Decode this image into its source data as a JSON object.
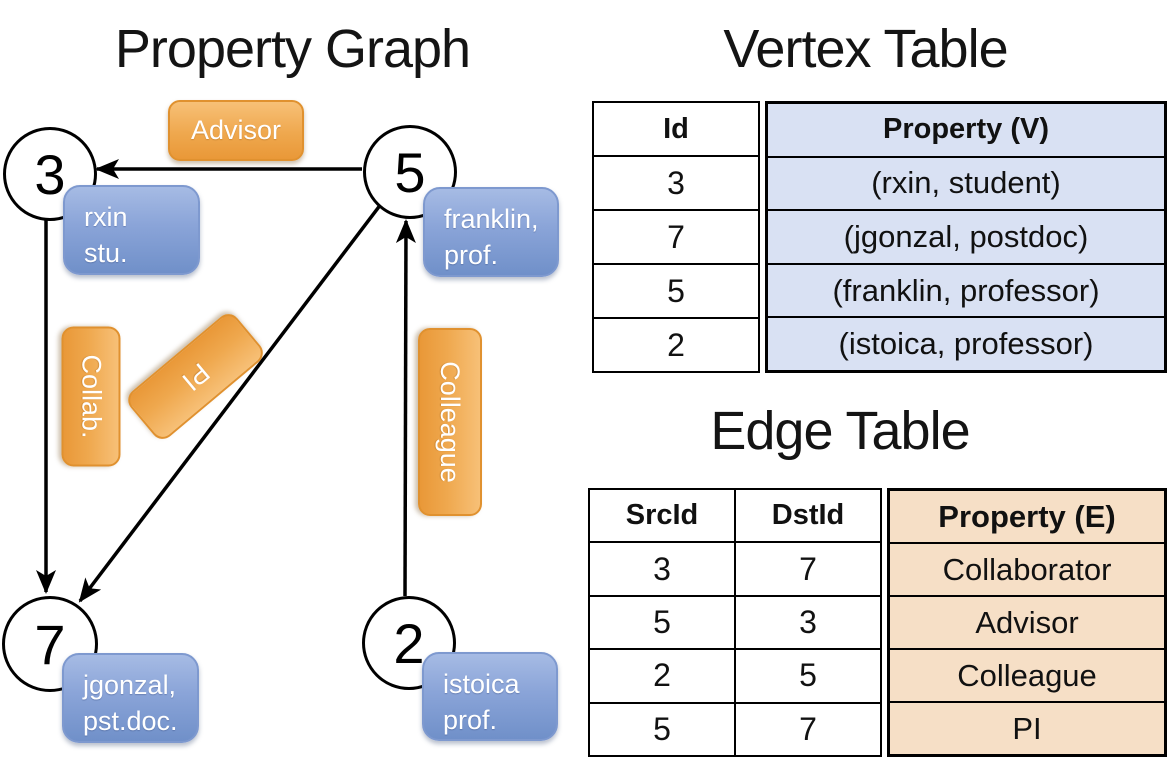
{
  "graph": {
    "title": "Property Graph",
    "nodes": [
      {
        "id": "3",
        "property_lines": [
          "rxin",
          "stu."
        ]
      },
      {
        "id": "5",
        "property_lines": [
          "franklin,",
          "prof."
        ]
      },
      {
        "id": "7",
        "property_lines": [
          "jgonzal,",
          "pst.doc."
        ]
      },
      {
        "id": "2",
        "property_lines": [
          "istoica",
          "prof."
        ]
      }
    ],
    "edges": [
      {
        "src": "5",
        "dst": "3",
        "label": "Advisor"
      },
      {
        "src": "3",
        "dst": "7",
        "label": "Collab."
      },
      {
        "src": "5",
        "dst": "7",
        "label": "PI"
      },
      {
        "src": "2",
        "dst": "5",
        "label": "Colleague"
      }
    ]
  },
  "vertex_table": {
    "title": "Vertex Table",
    "headers": {
      "id": "Id",
      "property": "Property (V)"
    },
    "rows": [
      {
        "id": "3",
        "property": "(rxin, student)"
      },
      {
        "id": "7",
        "property": "(jgonzal, postdoc)"
      },
      {
        "id": "5",
        "property": "(franklin, professor)"
      },
      {
        "id": "2",
        "property": "(istoica, professor)"
      }
    ]
  },
  "edge_table": {
    "title": "Edge Table",
    "headers": {
      "src": "SrcId",
      "dst": "DstId",
      "property": "Property (E)"
    },
    "rows": [
      {
        "src": "3",
        "dst": "7",
        "property": "Collaborator"
      },
      {
        "src": "5",
        "dst": "3",
        "property": "Advisor"
      },
      {
        "src": "2",
        "dst": "5",
        "property": "Colleague"
      },
      {
        "src": "5",
        "dst": "7",
        "property": "PI"
      }
    ]
  },
  "colors": {
    "edge_label_fill": "#EFA84E",
    "vertex_box_fill": "#8AA4D8",
    "vertex_cell_bg": "#D9E1F3",
    "edge_cell_bg": "#F6DFC6",
    "line_color": "#000000"
  }
}
